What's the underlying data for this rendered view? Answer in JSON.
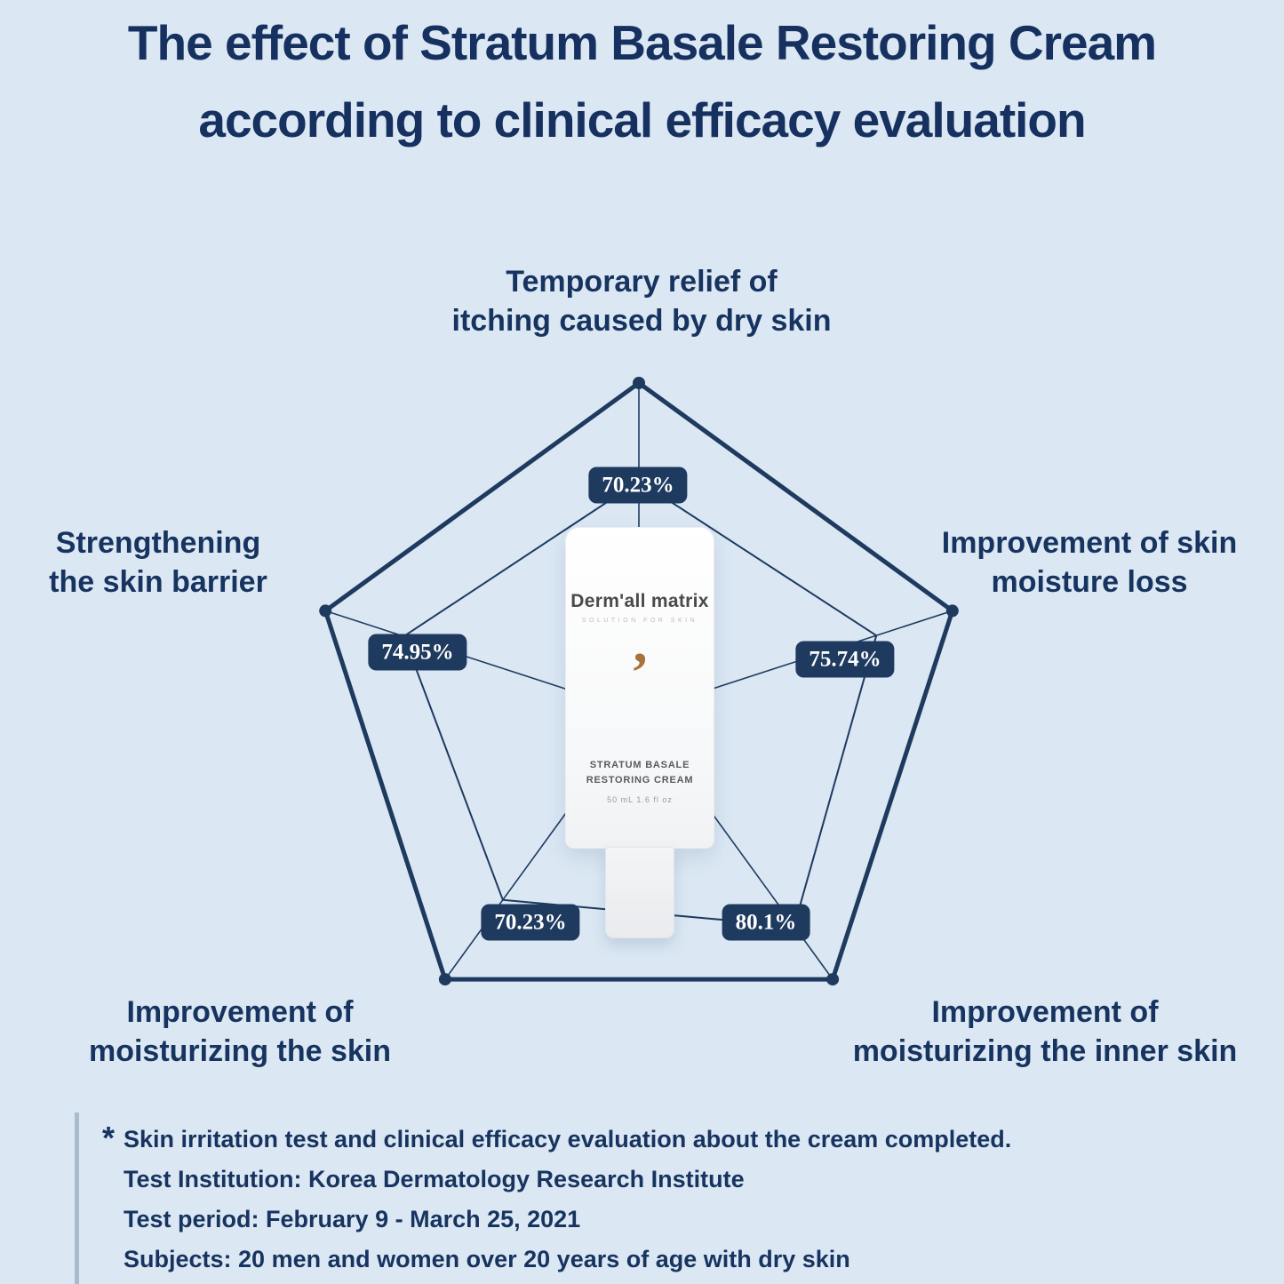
{
  "title": {
    "line1": "The effect of Stratum Basale Restoring Cream",
    "line2": "according to clinical efficacy evaluation"
  },
  "chart_data": {
    "type": "radar",
    "shape": "pentagon",
    "range": [
      0,
      100
    ],
    "title": "The effect of Stratum Basale Restoring Cream according to clinical efficacy evaluation",
    "legend": false,
    "axes": [
      {
        "label": "Temporary relief of itching caused by dry skin",
        "value": 70.23,
        "value_label": "70.23%"
      },
      {
        "label": "Improvement of skin moisture loss",
        "value": 75.74,
        "value_label": "75.74%"
      },
      {
        "label": "Improvement of moisturizing the inner skin",
        "value": 80.1,
        "value_label": "80.1%"
      },
      {
        "label": "Improvement of moisturizing the skin",
        "value": 70.23,
        "value_label": "70.23%"
      },
      {
        "label": "Strengthening the skin barrier",
        "value": 74.95,
        "value_label": "74.95%"
      }
    ]
  },
  "radar_labels": {
    "top": {
      "line1": "Temporary relief of",
      "line2": "itching caused by dry skin"
    },
    "right": {
      "line1": "Improvement of skin",
      "line2": "moisture loss"
    },
    "bottom_right": {
      "line1": "Improvement of",
      "line2": "moisturizing the inner skin"
    },
    "bottom_left": {
      "line1": "Improvement of",
      "line2": "moisturizing the skin"
    },
    "left": {
      "line1": "Strengthening",
      "line2": "the skin barrier"
    }
  },
  "product": {
    "brand": "Derm'all matrix",
    "tagline": "SOLUTION FOR SKIN",
    "accent_mark": "’",
    "name_line1": "STRATUM BASALE",
    "name_line2": "RESTORING CREAM",
    "volume": "50 mL 1.6 fl oz"
  },
  "footnotes": {
    "marker": "*",
    "lines": [
      "Skin irritation test and clinical efficacy evaluation about the cream completed.",
      "Test Institution: Korea Dermatology Research Institute",
      "Test period: February 9 - March 25, 2021",
      "Subjects: 20 men and women over 20 years of age with dry skin"
    ]
  },
  "colors": {
    "background": "#dbe8f4",
    "navy_text": "#16315f",
    "line": "#1e3a5f",
    "badge_bg": "#1e3a5f",
    "badge_text": "#ffffff",
    "accent_orange": "#a9713d"
  }
}
